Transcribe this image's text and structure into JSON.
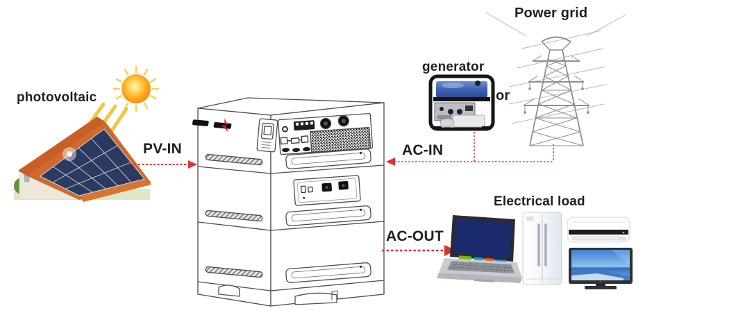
{
  "diagram": {
    "labels": {
      "photovoltaaic_comment": "",
      "photovoltaic": "photovoltaic",
      "pv_in": "PV-IN",
      "ac_in": "AC-IN",
      "ac_out": "AC-OUT",
      "generator": "generator",
      "or": "or",
      "power_grid": "Power grid",
      "electrical_load": "Electrical load"
    },
    "nodes": [
      {
        "id": "photovoltaic-array",
        "icon": "solar-house-icon",
        "label": "photovoltaic"
      },
      {
        "id": "sun",
        "icon": "sun-icon",
        "label": ""
      },
      {
        "id": "storage-inverter-unit",
        "icon": "battery-inverter-unit-icon",
        "label": ""
      },
      {
        "id": "generator",
        "icon": "generator-icon",
        "label": "generator"
      },
      {
        "id": "power-grid",
        "icon": "power-tower-icon",
        "label": "Power grid"
      },
      {
        "id": "electrical-load",
        "icon": "laptop-icon fridge-icon air-conditioner-icon tv-icon",
        "label": "Electrical load"
      }
    ],
    "connections": [
      {
        "id": "pv-in",
        "label": "PV-IN",
        "from": "photovoltaic-array",
        "to": "storage-inverter-unit",
        "style": "red-dashed-arrow"
      },
      {
        "id": "ac-in",
        "label": "AC-IN",
        "from": "generator / power-grid",
        "to": "storage-inverter-unit",
        "style": "red-dashed-arrow"
      },
      {
        "id": "ac-out",
        "label": "AC-OUT",
        "from": "storage-inverter-unit",
        "to": "electrical-load",
        "style": "red-dashed-arrow"
      }
    ],
    "colors": {
      "arrow_red": "#e23030",
      "label_text": "#1f1f1f",
      "panel_blue": "#2c3a60",
      "roof_orange": "#cf6a2c",
      "line_art_gray": "#4d4d4d"
    }
  }
}
